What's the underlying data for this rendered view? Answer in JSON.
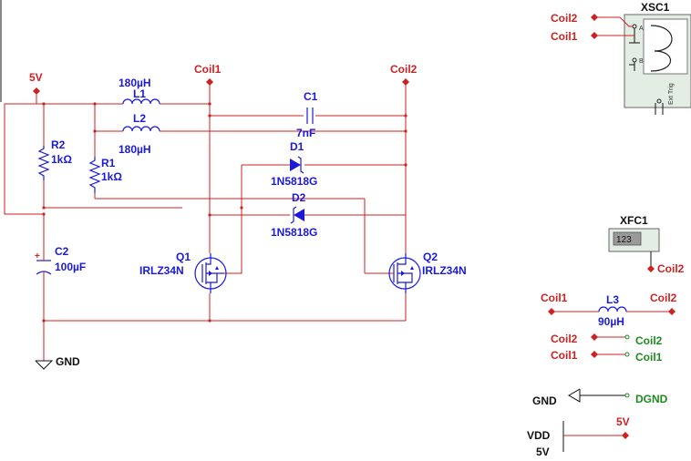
{
  "nets": {
    "v5": "5V",
    "gnd": "GND",
    "coil1": "Coil1",
    "coil2": "Coil2",
    "dgnd": "DGND",
    "vdd": "VDD"
  },
  "components": {
    "L1": {
      "ref": "L1",
      "value": "180µH"
    },
    "L2": {
      "ref": "L2",
      "value": "180µH"
    },
    "L3": {
      "ref": "L3",
      "value": "90µH"
    },
    "C1": {
      "ref": "C1",
      "value": "7nF"
    },
    "C2": {
      "ref": "C2",
      "value": "100µF"
    },
    "R1": {
      "ref": "R1",
      "value": "1kΩ"
    },
    "R2": {
      "ref": "R2",
      "value": "1kΩ"
    },
    "D1": {
      "ref": "D1",
      "value": "1N5818G"
    },
    "D2": {
      "ref": "D2",
      "value": "1N5818G"
    },
    "Q1": {
      "ref": "Q1",
      "value": "IRLZ34N"
    },
    "Q2": {
      "ref": "Q2",
      "value": "IRLZ34N"
    }
  },
  "instruments": {
    "scope": {
      "ref": "XSC1",
      "pin_a": "A",
      "pin_b": "B",
      "trigger": "Ext Trig"
    },
    "counter": {
      "ref": "XFC1",
      "display": "123"
    }
  },
  "colors": {
    "wire": "#cc2222",
    "component": "#1a1ad6",
    "instrument_bg": "#e4ede4",
    "connector_label": "#1e8a1e"
  }
}
